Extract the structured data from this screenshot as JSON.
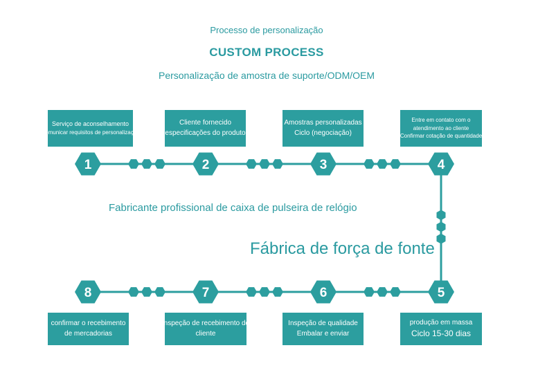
{
  "header": {
    "line1": "Processo de personalização",
    "line2": "CUSTOM PROCESS",
    "line3": "Personalização de amostra de suporte/ODM/OEM"
  },
  "middle": {
    "line1": "Fabricante profissional de caixa de pulseira de relógio",
    "line2": "Fábrica de força de fonte"
  },
  "steps": [
    {
      "number": "1",
      "lines": [
        "Serviço de aconselhamento",
        "Comunicar requisitos de personalização"
      ]
    },
    {
      "number": "2",
      "lines": [
        "Cliente fornecido",
        "especificações do produto"
      ]
    },
    {
      "number": "3",
      "lines": [
        "Amostras personalizadas",
        "Ciclo (negociação)"
      ]
    },
    {
      "number": "4",
      "lines": [
        "Entre em contato com o",
        "atendimento ao cliente",
        "Confirmar cotação de quantidade"
      ]
    },
    {
      "number": "5",
      "lines": [
        "produção em massa",
        "Ciclo 15-30 dias"
      ]
    },
    {
      "number": "6",
      "lines": [
        "Inspeção de qualidade",
        "Embalar e enviar"
      ]
    },
    {
      "number": "7",
      "lines": [
        "Inspeção de recebimento do",
        "cliente"
      ]
    },
    {
      "number": "8",
      "lines": [
        "confirmar o recebimento",
        "de mercadorias"
      ]
    }
  ],
  "colors": {
    "primary": "#2c9e9f",
    "text": "#2a9aa0"
  }
}
